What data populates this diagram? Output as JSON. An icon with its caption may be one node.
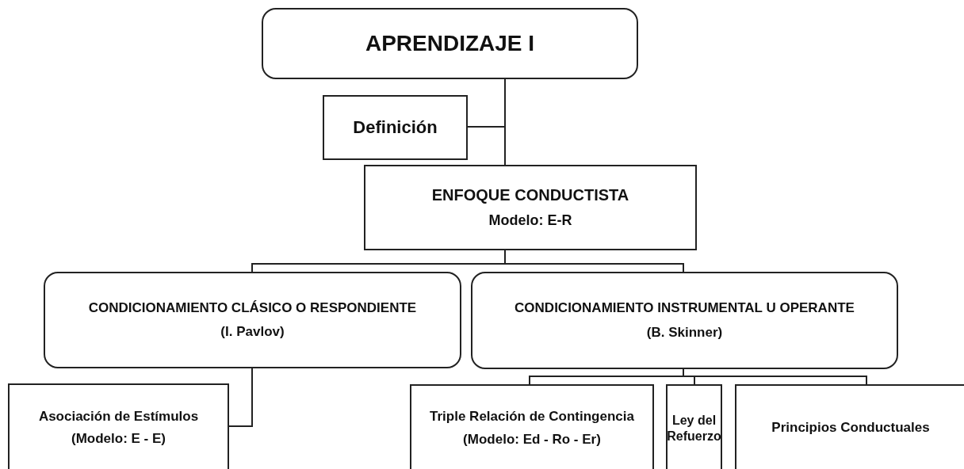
{
  "diagram": {
    "nodes": [
      {
        "text": [
          "APRENDIZAJE I"
        ]
      },
      {
        "text": [
          "Definición"
        ]
      },
      {
        "text": [
          "ENFOQUE CONDUCTISTA",
          "Modelo: E-R"
        ]
      },
      {
        "text": [
          "CONDICIONAMIENTO CLÁSICO O RESPONDIENTE",
          "(I. Pavlov)"
        ]
      },
      {
        "text": [
          "CONDICIONAMIENTO INSTRUMENTAL U OPERANTE",
          "(B. Skinner)"
        ]
      },
      {
        "text": [
          "Asociación de Estímulos",
          "(Modelo: E - E)"
        ]
      },
      {
        "text": [
          "Triple Relación de Contingencia",
          "(Modelo: Ed - Ro - Er)"
        ]
      },
      {
        "text": [
          "Ley del Refuerzo"
        ]
      },
      {
        "text": [
          "Principios Conductuales"
        ]
      }
    ],
    "edges": [
      {
        "from": 0,
        "to": 1,
        "arrow": "none"
      },
      {
        "from": 0,
        "to": 2,
        "arrow": "none"
      },
      {
        "from": 2,
        "to": 3,
        "arrow": "none"
      },
      {
        "from": 2,
        "to": 4,
        "arrow": "none"
      },
      {
        "from": 3,
        "to": 5,
        "arrow": "none"
      },
      {
        "from": 4,
        "to": 6,
        "arrow": "none"
      },
      {
        "from": 4,
        "to": 7,
        "arrow": "none"
      },
      {
        "from": 4,
        "to": 8,
        "arrow": "none"
      }
    ]
  }
}
